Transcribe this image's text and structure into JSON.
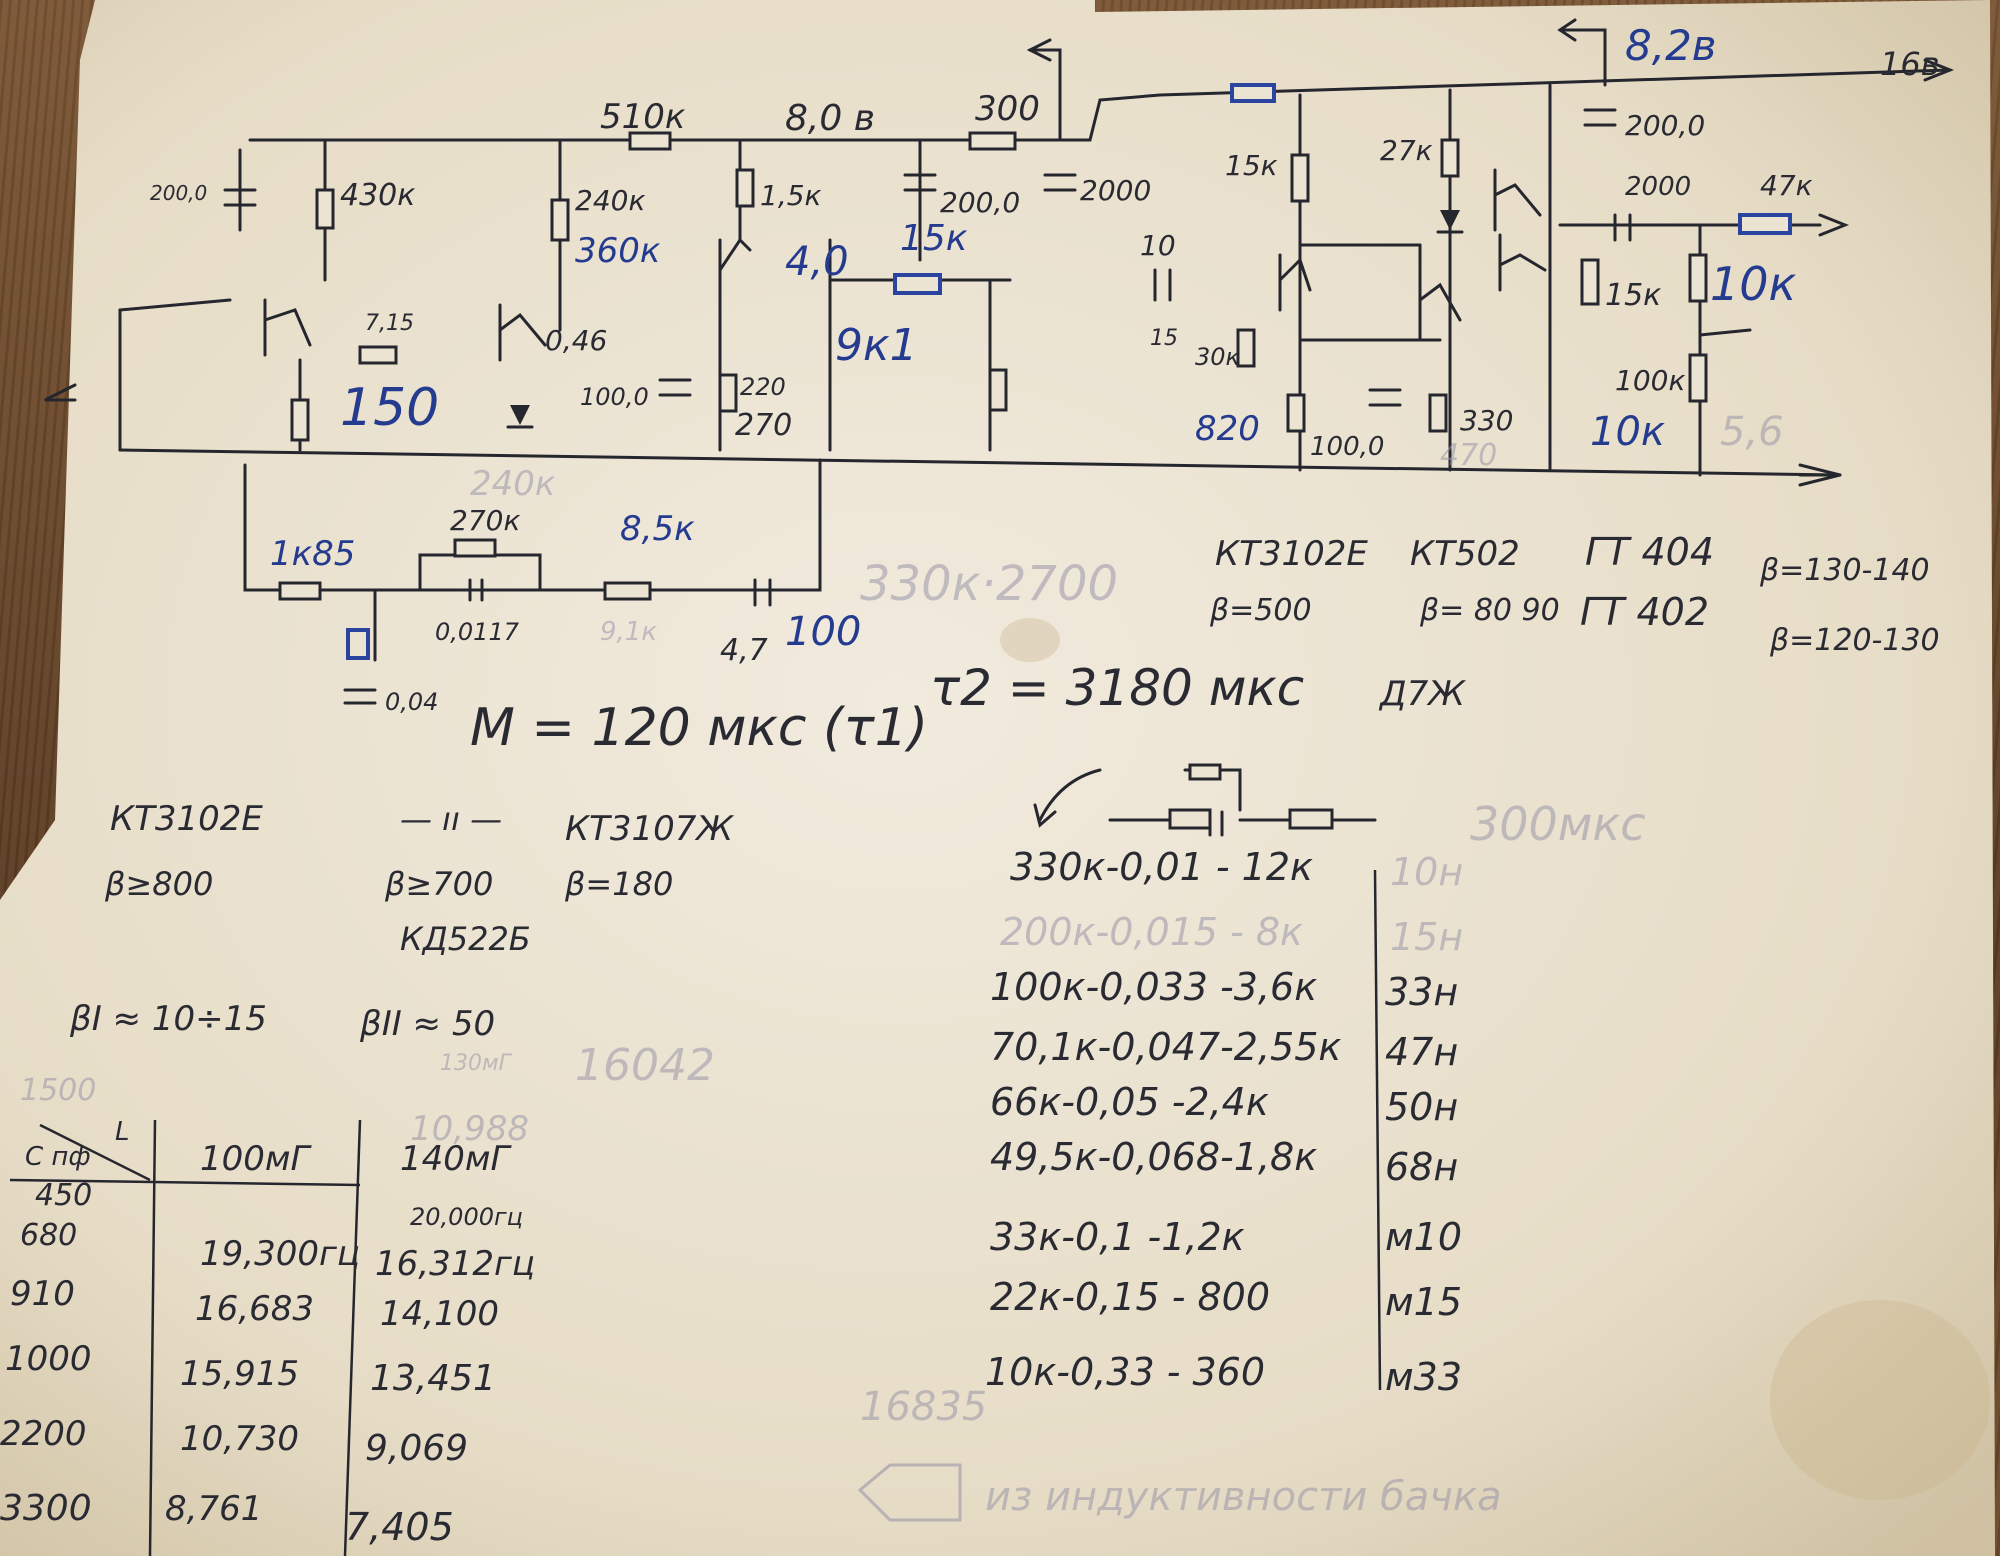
{
  "supply": {
    "v8": "8,0 в",
    "v16": "16в",
    "v8_2": "8,2в"
  },
  "components": {
    "r510k": "510к",
    "r300": "300",
    "r430k": "430к",
    "r240k_top": "240к",
    "r360k": "360к",
    "r1_5k": "1,5к",
    "v4_0": "4,0",
    "c200_a": "200,0",
    "c200_b": "2000",
    "r15k_mid": "15к",
    "r15k_right": "15к",
    "r27k": "27к",
    "c2000_right": "2000",
    "r47k_top": "47к",
    "r15k_out": "15к",
    "r10k_out": "10к",
    "r100k": "100к",
    "r10k_blue": "10к",
    "v5_6": "5,6",
    "c200_left": "200,0",
    "r150": "150",
    "r7_15": "7,15",
    "r1k85": "1к85",
    "r270k": "270к",
    "r240k_blue": "240к",
    "c0_0117": "0,0117",
    "r8_5k": "8,5к",
    "r9_1k": "9,1к",
    "c100": "100",
    "c4_7": "4,7",
    "c0_04": "0,04",
    "c100_0": "100,0",
    "r220": "220",
    "r270": "270",
    "r9k1": "9к1",
    "r820": "820",
    "c1000": "100,0",
    "r330": "330",
    "r470": "470",
    "c10": "10",
    "r30k": "30к",
    "v0_46": "0,46",
    "c1_5": "15"
  },
  "notes": {
    "tau1": "M = 120 мкс (τ1)",
    "tau2": "τ2 = 3180 мкс",
    "faint_formula": "330к·2700",
    "d7zh": "Д7Ж",
    "faint_300": "300мкс"
  },
  "transistors_right": [
    {
      "name": "КТ3102Е",
      "beta": "β=500"
    },
    {
      "name": "КТ502",
      "beta": "β= 80\n90"
    },
    {
      "name": "ГТ 404",
      "beta": "β=130-140"
    },
    {
      "name": "ГТ 402",
      "beta": "β=120-130"
    }
  ],
  "transistors_left": {
    "t1": "КТ3102Е",
    "t1_beta": "β≥800",
    "t2": "— ıı —",
    "t2_beta": "β≥700",
    "t3": "КТ3107Ж",
    "t3_beta": "β=180",
    "diode": "КД522Б",
    "b1": "βI ≈ 10÷15",
    "b2": "βII ≈ 50"
  },
  "rc_table": {
    "rows": [
      {
        "text": "330к-0,01 - 12к",
        "right": "10н"
      },
      {
        "text": "200к-0,015 - 8к",
        "right": "15н"
      },
      {
        "text": "100к-0,033 -3,6к",
        "right": "33н"
      },
      {
        "text": "70,1к-0,047-2,55к",
        "right": "47н"
      },
      {
        "text": "66к-0,05 -2,4к",
        "right": "50н"
      },
      {
        "text": "49,5к-0,068-1,8к",
        "right": "68н"
      },
      {
        "text": "33к-0,1 -1,2к",
        "right": "м10"
      },
      {
        "text": "22к-0,15 - 800",
        "right": "м15"
      },
      {
        "text": "10к-0,33 - 360",
        "right": "м33"
      }
    ]
  },
  "lc_table": {
    "header_c": "C пф",
    "header_l": "L",
    "col1": "100мГ",
    "col2": "140мГ",
    "rows": [
      {
        "c": "450",
        "a": "",
        "b": "20,000гц"
      },
      {
        "c": "680",
        "a": "19,300гц",
        "b": "16,312гц"
      },
      {
        "c": "910",
        "a": "16,683",
        "b": "14,100"
      },
      {
        "c": "1000",
        "a": "15,915",
        "b": "13,451"
      },
      {
        "c": "2200",
        "a": "10,730",
        "b": "9,069"
      },
      {
        "c": "3300",
        "a": "8,761",
        "b": "7,405"
      }
    ],
    "faint": [
      "1500",
      "10,988",
      "16042",
      "130мГ",
      "16835"
    ]
  },
  "bottom_note": "из индуктивности бачка"
}
